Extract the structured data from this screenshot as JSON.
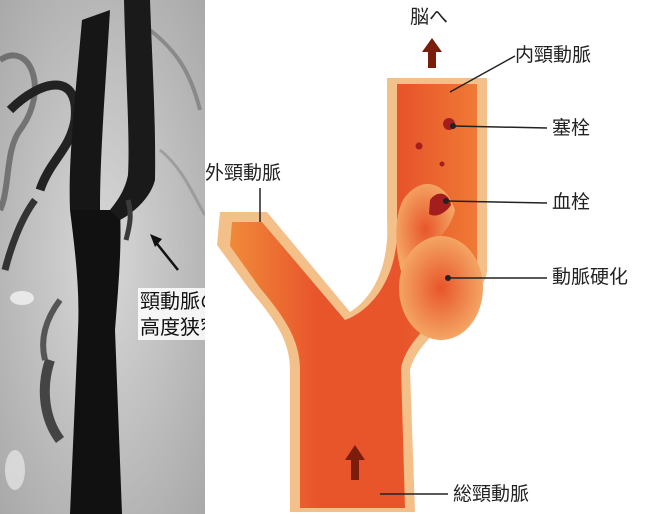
{
  "angiogram": {
    "stenosis_label_line1": "頸動脈の",
    "stenosis_label_line2": "高度狭窄"
  },
  "diagram": {
    "to_brain": "脳へ",
    "internal_carotid": "内頸動脈",
    "embolus": "塞栓",
    "thrombus": "血栓",
    "arteriosclerosis": "動脈硬化",
    "external_carotid": "外頸動脈",
    "common_carotid": "総頸動脈"
  },
  "colors": {
    "vessel_outer": "#f2b274",
    "vessel_inner": "#e8552b",
    "plaque": "#f08a3a",
    "clot": "#a51e1e",
    "arrow": "#7a1d0c"
  }
}
